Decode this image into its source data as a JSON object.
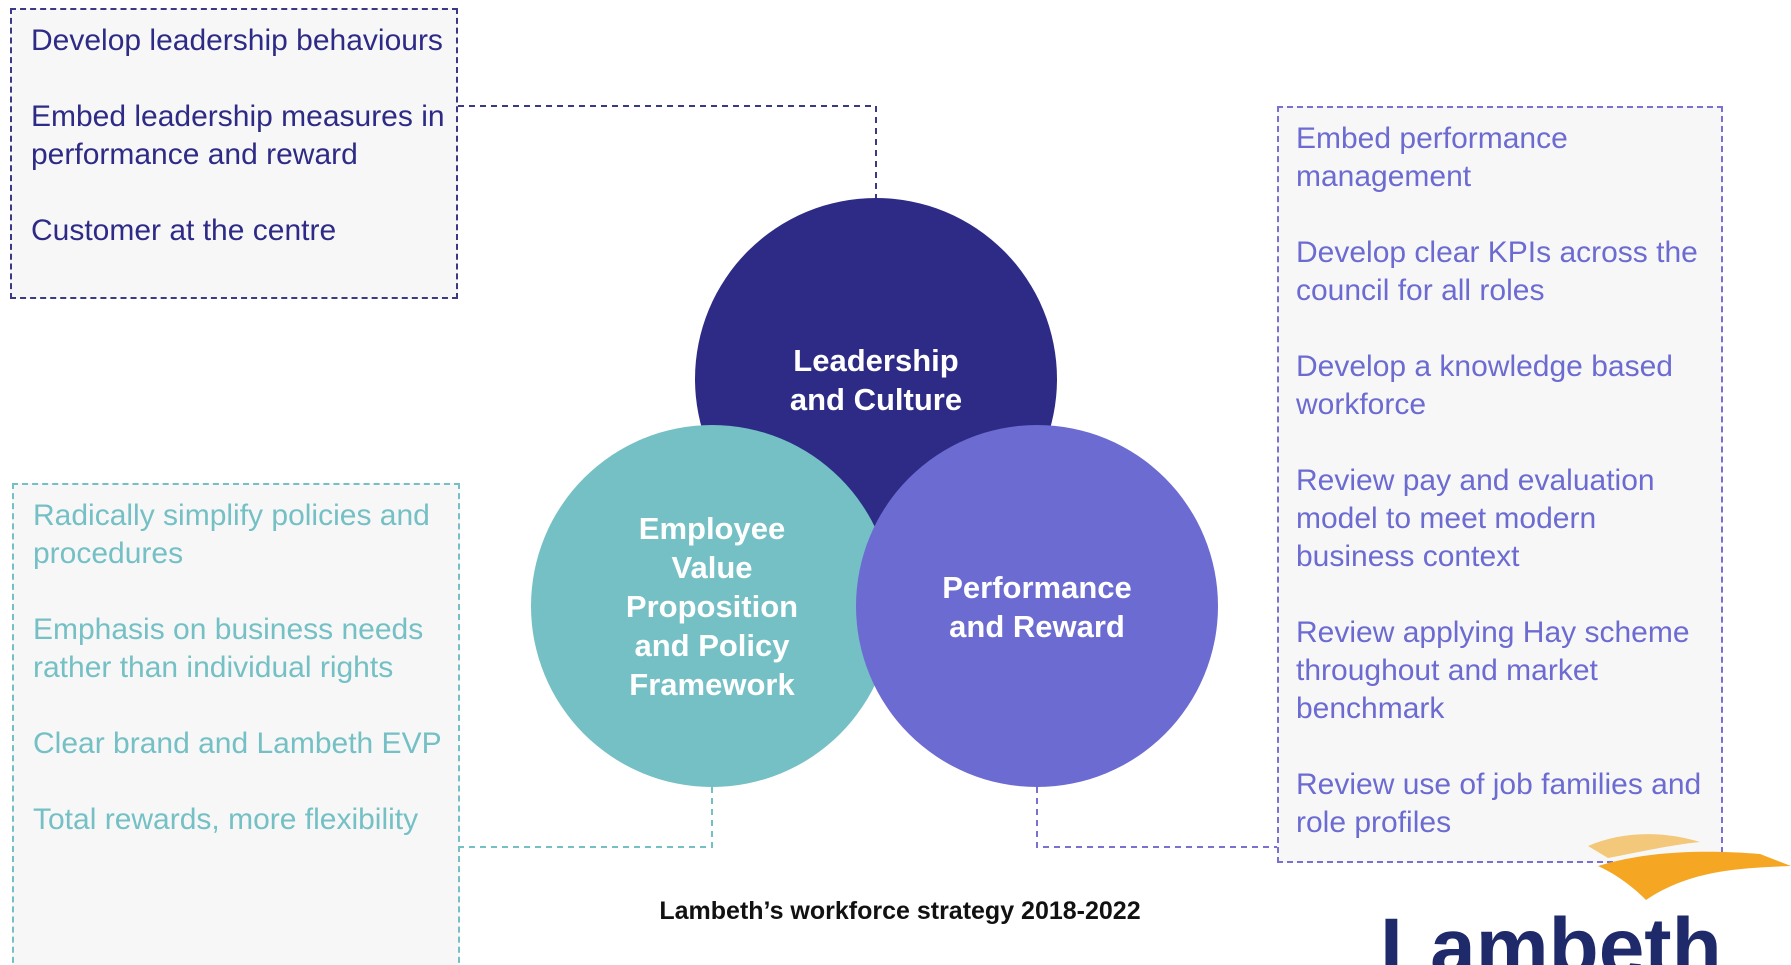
{
  "diagram": {
    "circles": {
      "leadership": "Leadership\nand Culture",
      "evp": "Employee\nValue\nProposition\nand Policy\nFramework",
      "performance": "Performance\nand Reward"
    },
    "leadership_items": [
      "Develop leadership behaviours",
      "Embed leadership measures in performance and reward",
      "Customer at the centre"
    ],
    "evp_items": [
      "Radically simplify policies and procedures",
      "Emphasis on business needs rather than individual rights",
      "Clear brand and Lambeth EVP",
      "Total rewards, more flexibility"
    ],
    "performance_items": [
      "Embed performance management",
      "Develop clear KPIs across the council for all roles",
      "Develop a knowledge based workforce",
      "Review pay and evaluation model to meet modern business context",
      "Review applying Hay scheme throughout and market benchmark",
      "Review use of job families and role profiles"
    ],
    "caption": "Lambeth’s workforce strategy 2018-2022",
    "logo_text": "Lambeth"
  },
  "colors": {
    "leadership": "#2e2b86",
    "evp": "#74c0c5",
    "performance": "#6c6bd1",
    "logo_orange": "#f5a623",
    "logo_navy": "#1f2a6b"
  },
  "icons": {
    "logo": "lambeth-logo-icon"
  }
}
